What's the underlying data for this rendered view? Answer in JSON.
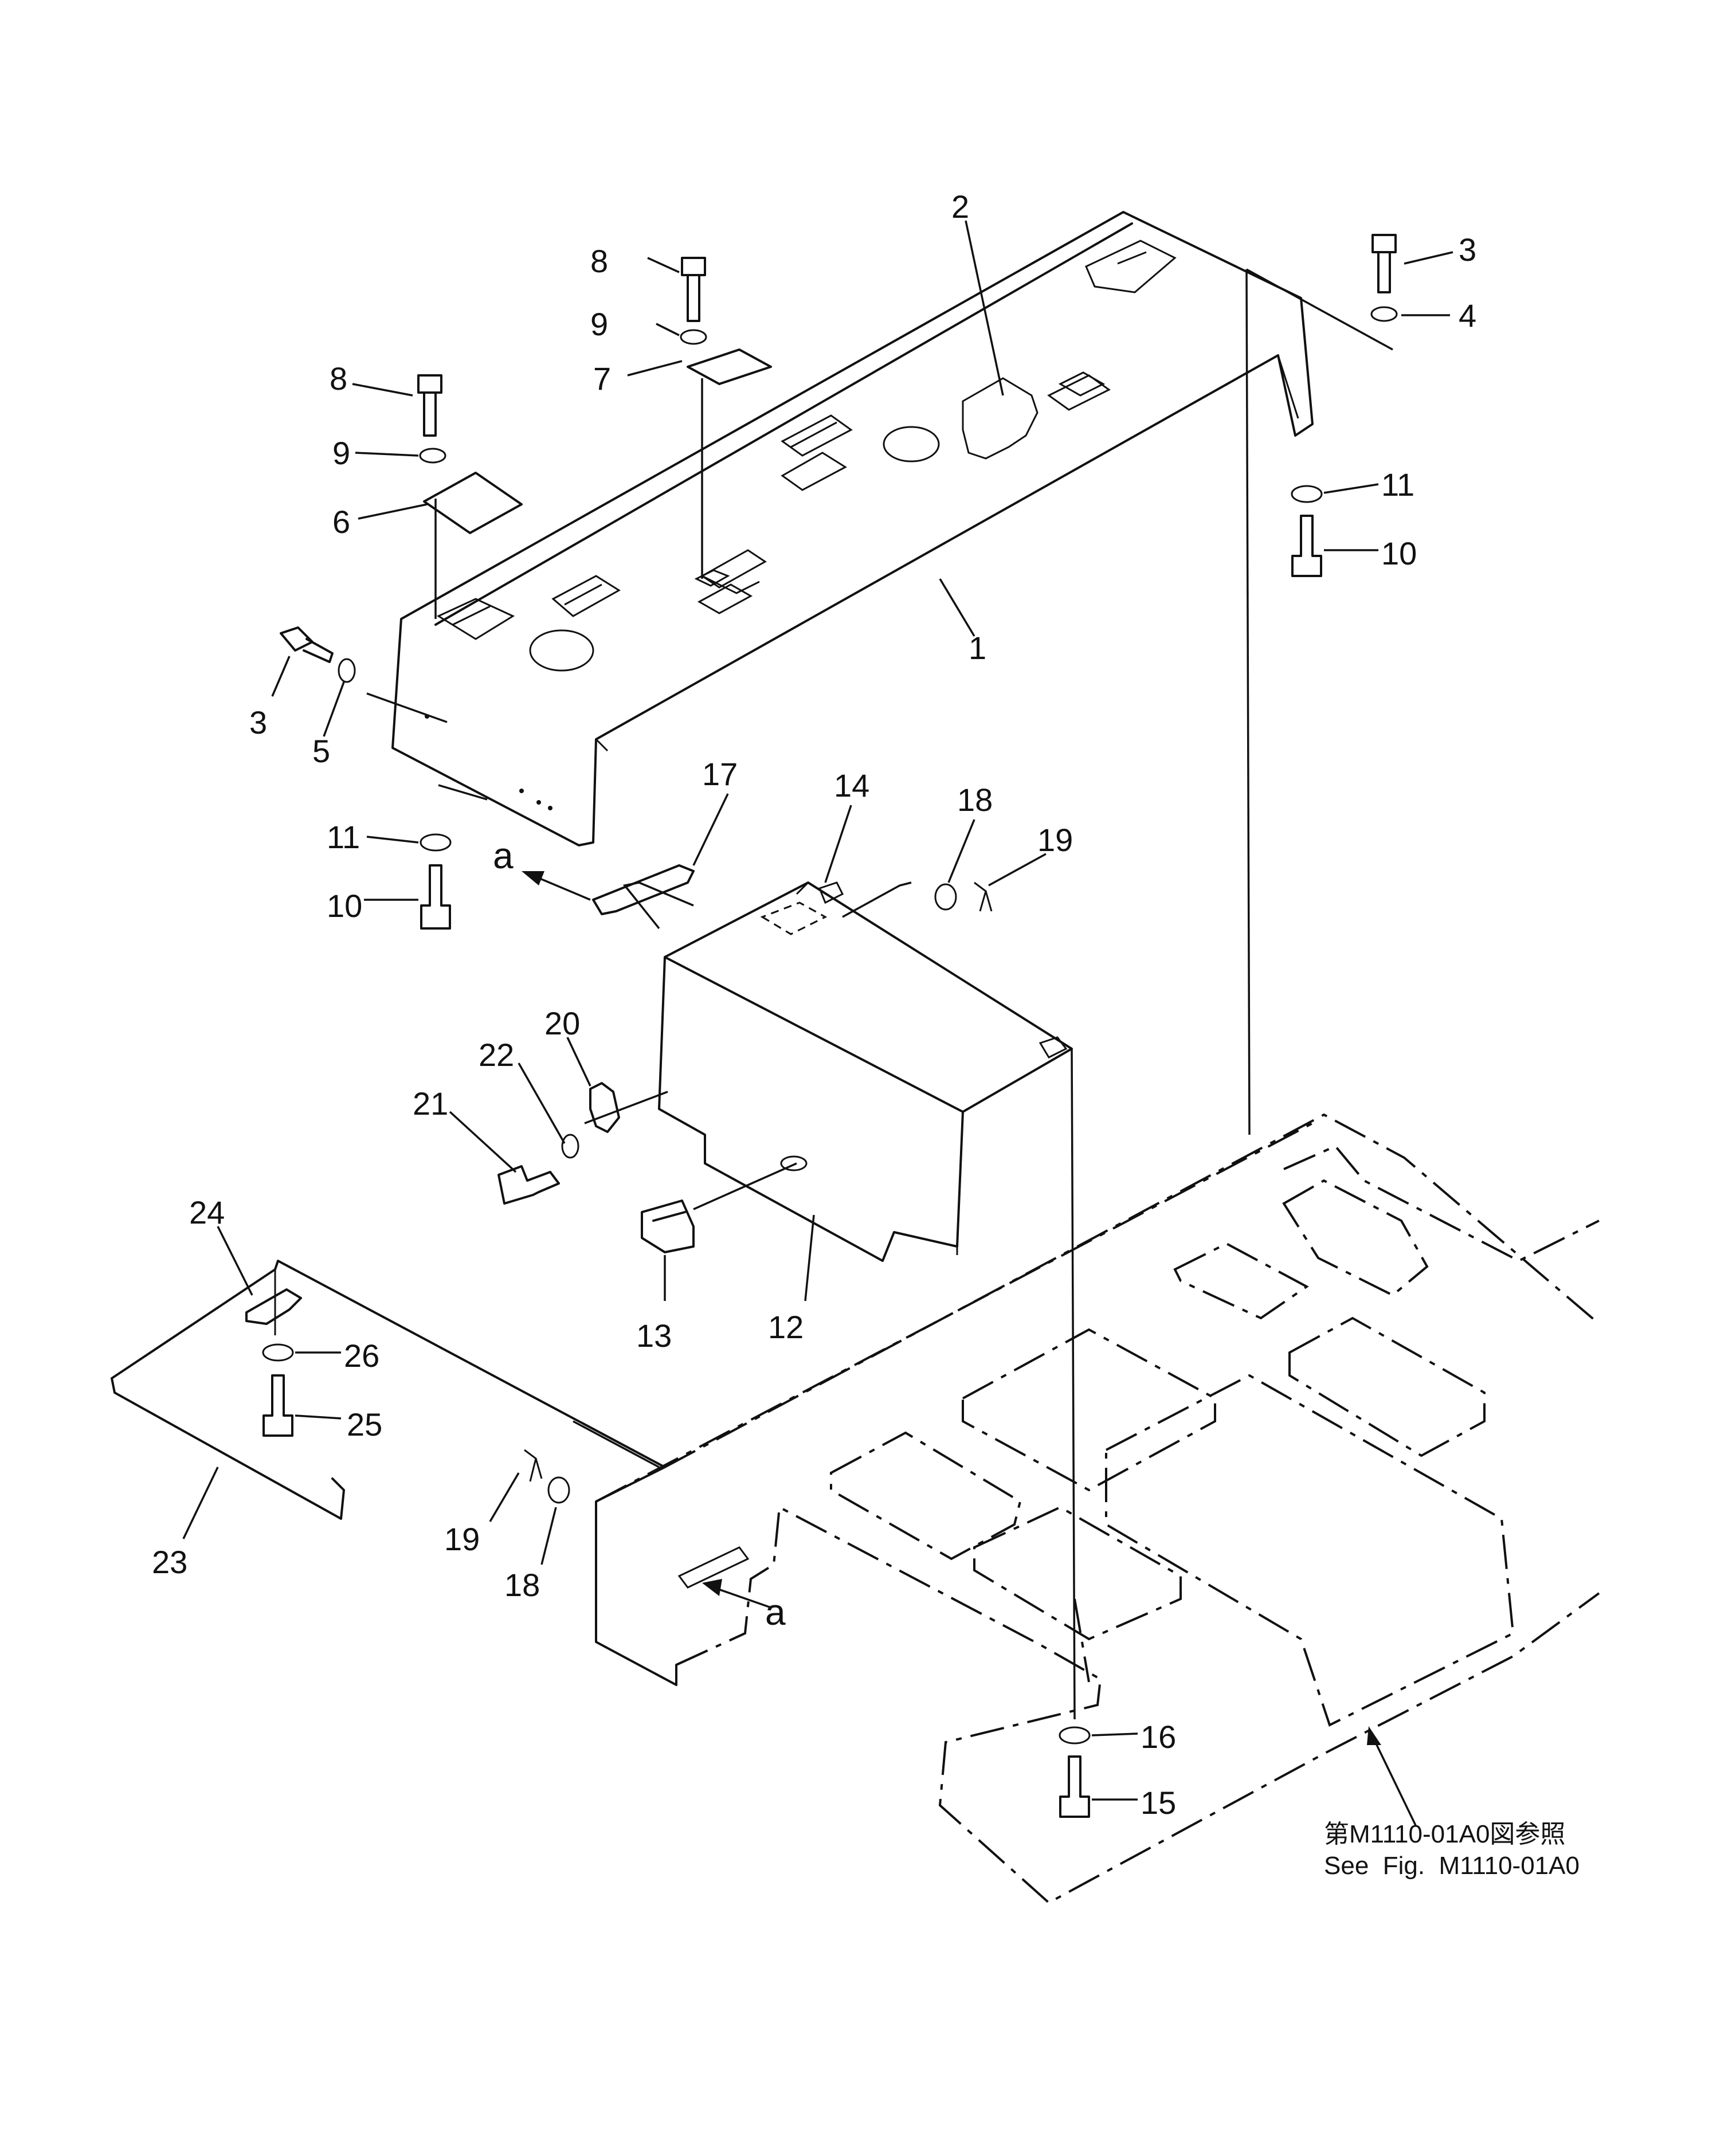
{
  "diagram": {
    "kind": "exploded parts diagram",
    "callouts": [
      "1",
      "2",
      "3",
      "3",
      "4",
      "5",
      "6",
      "7",
      "8",
      "8",
      "9",
      "9",
      "10",
      "10",
      "11",
      "11",
      "12",
      "13",
      "14",
      "15",
      "16",
      "17",
      "18",
      "18",
      "19",
      "19",
      "20",
      "21",
      "22",
      "23",
      "24",
      "25",
      "26"
    ],
    "view_marks": [
      "a",
      "a"
    ],
    "reference_note": {
      "line1": "第M1110-01A0図参照",
      "line2": "See  Fig.  M1110-01A0"
    }
  }
}
